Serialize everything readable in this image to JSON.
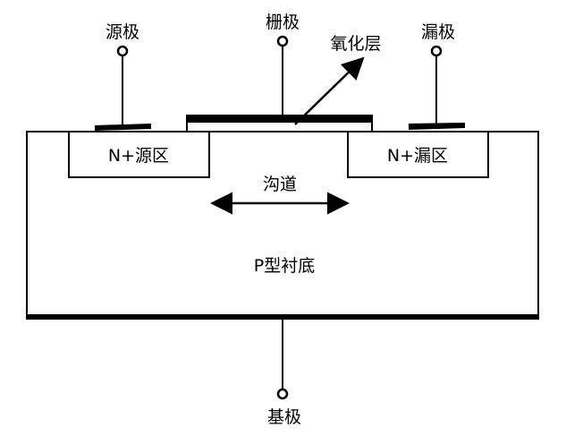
{
  "labels": {
    "source": "源极",
    "gate": "栅极",
    "oxide": "氧化层",
    "drain": "漏极",
    "n_source": "N+源区",
    "n_drain": "N+漏区",
    "channel": "沟道",
    "substrate": "P型衬底",
    "body": "基极"
  },
  "colors": {
    "stroke": "#000000",
    "background": "#ffffff"
  }
}
